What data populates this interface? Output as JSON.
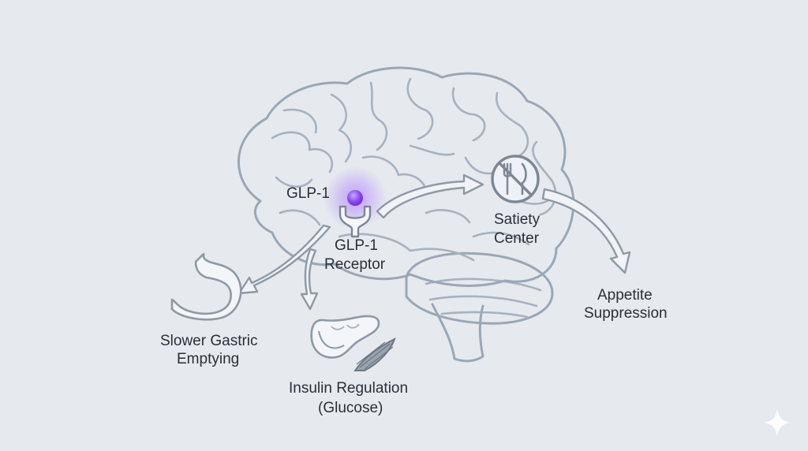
{
  "labels": {
    "glp1": "GLP-1",
    "receptor_line1": "GLP-1",
    "receptor_line2": "Receptor",
    "satiety_line1": "Satiety",
    "satiety_line2": "Center",
    "appetite_line1": "Appetite",
    "appetite_line2": "Suppression",
    "gastric_line1": "Slower Gastric",
    "gastric_line2": "Emptying",
    "insulin_line1": "Insulin Regulation",
    "insulin_line2": "(Glucose)"
  },
  "icons": {
    "brain": "brain-outline-icon",
    "molecule": "glp1-molecule-icon",
    "receptor": "receptor-icon",
    "satiety": "no-eating-icon",
    "stomach": "stomach-icon",
    "pancreas": "pancreas-icon",
    "muscle": "muscle-cell-icon",
    "sparkle": "sparkle-icon"
  },
  "colors": {
    "background": "#e6e9ee",
    "outline": "#9aa7b6",
    "molecule": "#8a4df0",
    "glow": "#b48cff"
  }
}
